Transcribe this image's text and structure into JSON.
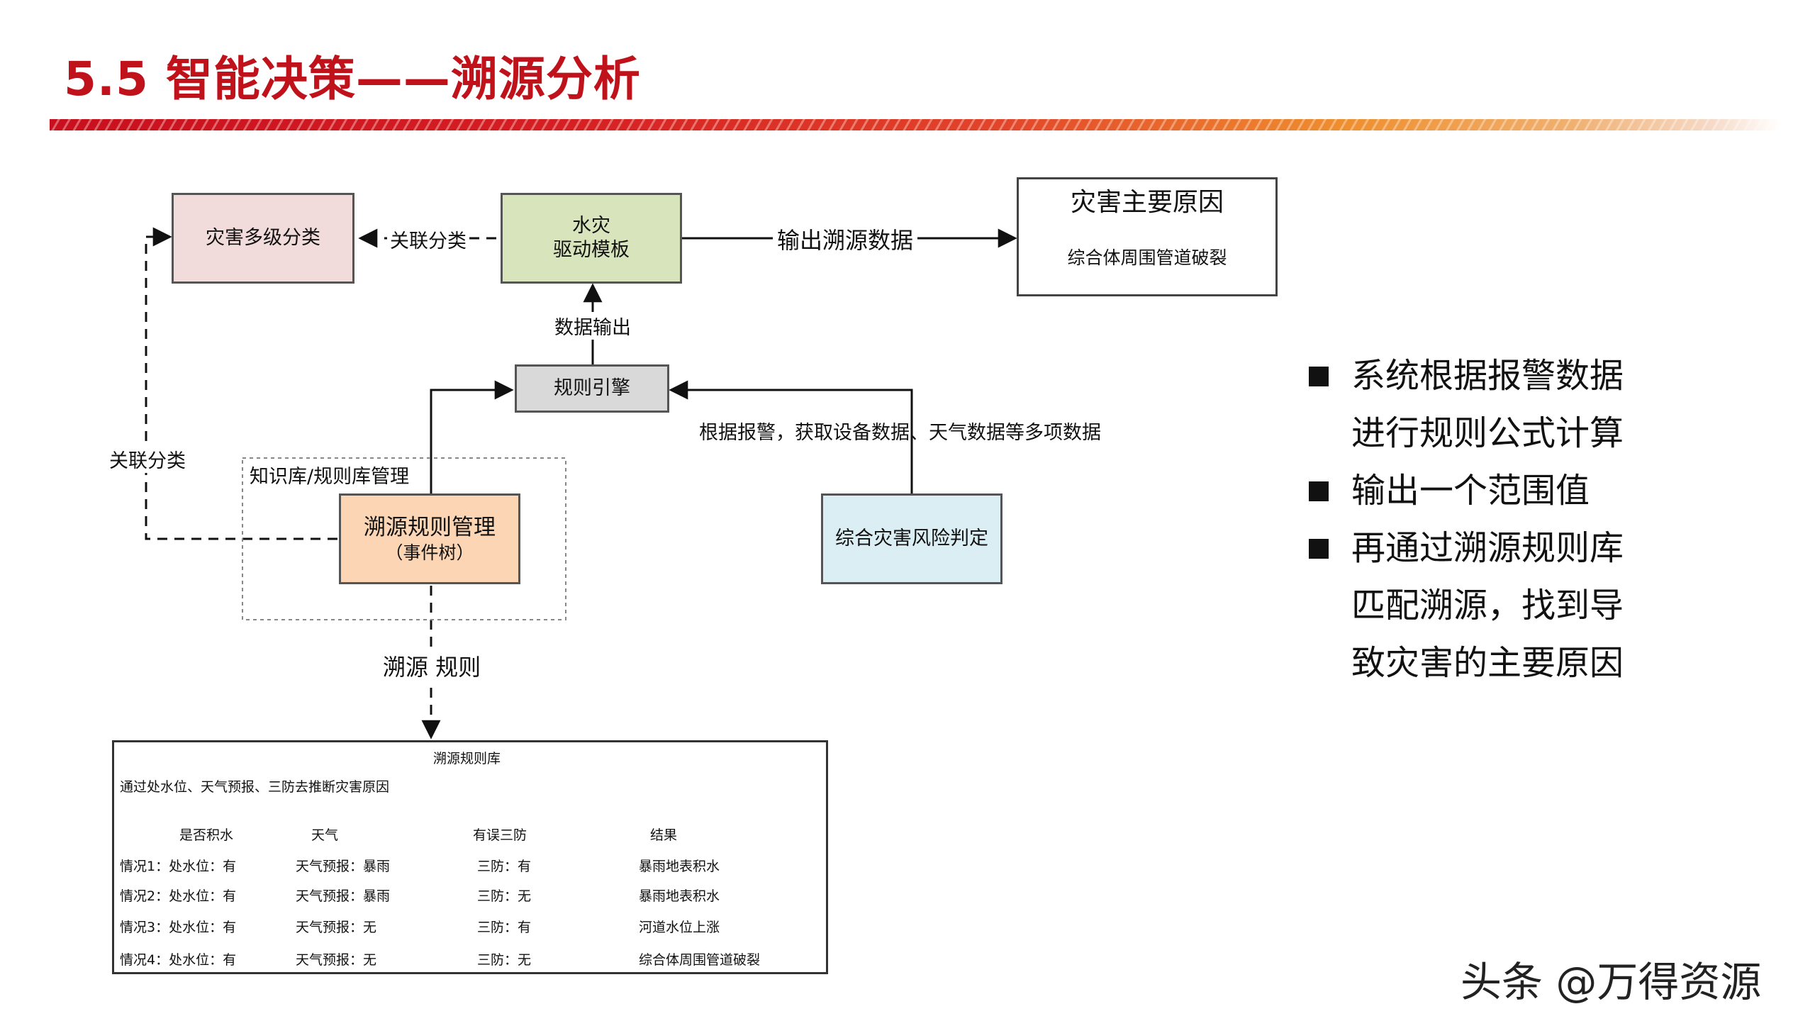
{
  "slide": {
    "title": "5.5 智能决策——溯源分析"
  },
  "diagram": {
    "disaster_classification": "灾害多级分类",
    "flood_template_line1": "水灾",
    "flood_template_line2": "驱动模板",
    "main_cause_title": "灾害主要原因",
    "main_cause_value": "综合体周围管道破裂",
    "rule_engine": "规则引擎",
    "trace_rule_mgmt_line1": "溯源规则管理",
    "trace_rule_mgmt_line2": "（事件树）",
    "risk_judgement": "综合灾害风险判定",
    "knowledge_base_label": "知识库/规则库管理",
    "edge_related_classification_top": "关联分类",
    "edge_output_trace_data": "输出溯源数据",
    "edge_data_output": "数据输出",
    "edge_related_classification_left": "关联分类",
    "edge_alarm_data": "根据报警，获取设备数据、天气数据等多项数据",
    "edge_trace_rules": "溯源 规则"
  },
  "rule_base": {
    "title": "溯源规则库",
    "subtitle": "通过处水位、天气预报、三防去推断灾害原因",
    "headers": [
      "是否积水",
      "天气",
      "有误三防",
      "结果"
    ],
    "rows": [
      [
        "情况1：处水位：有",
        "天气预报：暴雨",
        "三防：有",
        "暴雨地表积水"
      ],
      [
        "情况2：处水位：有",
        "天气预报：暴雨",
        "三防：无",
        "暴雨地表积水"
      ],
      [
        "情况3：处水位：有",
        "天气预报：无",
        "三防：有",
        "河道水位上涨"
      ],
      [
        "情况4：处水位：有",
        "天气预报：无",
        "三防：无",
        "综合体周围管道破裂"
      ]
    ]
  },
  "bullets": [
    {
      "line1": "系统根据报警数据",
      "line2": "进行规则公式计算"
    },
    {
      "line1": "输出一个范围值",
      "line2": ""
    },
    {
      "line1": "再通过溯源规则库",
      "line2": "匹配溯源，找到导",
      "line3": "致灾害的主要原因"
    }
  ],
  "watermark": "头条 @万得资源",
  "colors": {
    "title_red": "#c0121b",
    "classification_fill": "#f2dcdb",
    "flood_fill": "#d7e4bc",
    "engine_fill": "#d9d9d9",
    "trace_fill": "#fcd5b4",
    "risk_fill": "#dbeef3"
  }
}
